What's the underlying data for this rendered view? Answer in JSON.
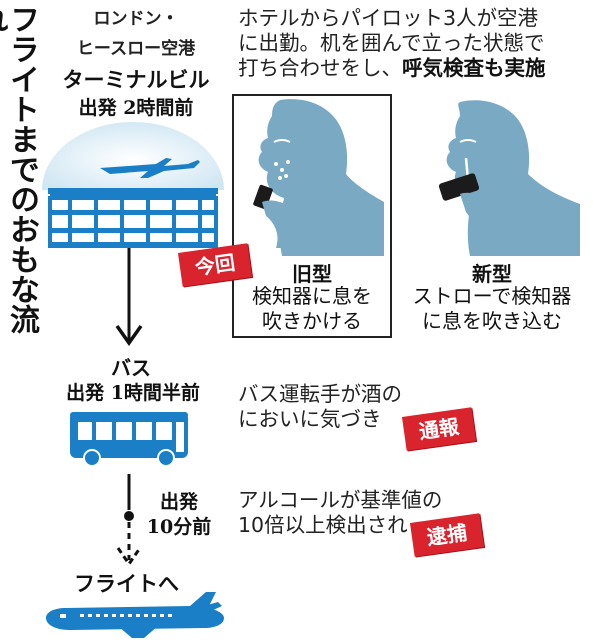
{
  "title": "フライトまでのおもな流れ",
  "terminal": {
    "place_line1": "ロンドン・",
    "place_line2": "ヒースロー空港",
    "building": "ターミナルビル",
    "departure": "出発  2時間前"
  },
  "hotel_note": {
    "line1": "ホテルからパイロット3人が空港",
    "line2": "に出勤。机を囲んで立った状態で",
    "line3_plain": "打ち合わせをし、",
    "line3_bold": "呼気検査も実施"
  },
  "old_type": {
    "badge": "今回",
    "title": "旧型",
    "desc_line1": "検知器に息を",
    "desc_line2": "吹きかける"
  },
  "new_type": {
    "title": "新型",
    "desc_line1": "ストローで検知器",
    "desc_line2": "に息を吹き込む"
  },
  "bus": {
    "label": "バス",
    "departure": "出発  1時間半前",
    "note_line1": "バス運転手が酒の",
    "note_line2": "においに気づき",
    "badge": "通報"
  },
  "final": {
    "departure_line1": "出発",
    "departure_line2": "10分前",
    "note_line1": "アルコールが基準値の",
    "note_line2": "10倍以上検出され",
    "badge": "逮捕",
    "to_flight": "フライトへ"
  },
  "colors": {
    "accent_blue": "#1a7fc6",
    "silhouette": "#79a9c3",
    "sky_light": "#cfe6f3",
    "stamp_red": "#d9232d"
  }
}
